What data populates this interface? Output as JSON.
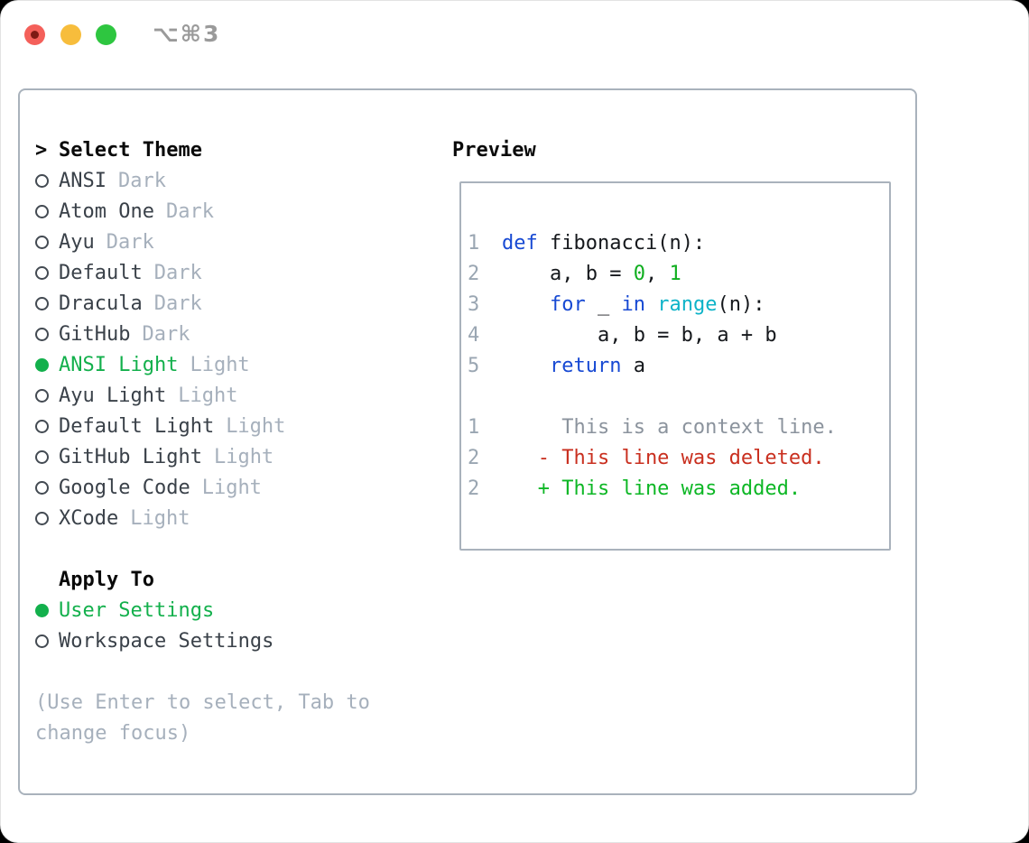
{
  "window": {
    "shortcut": "⌥⌘3"
  },
  "colors": {
    "accent_green": "#13b04c",
    "keyword_blue": "#1749d3",
    "builtin_cyan": "#0db3c8",
    "number_green": "#0fae1f",
    "deleted_red": "#c92f1f",
    "added_green": "#0db725",
    "muted_gray": "#a6b0bc",
    "border_gray": "#a9b2bc"
  },
  "theme_picker": {
    "header": "Select Theme",
    "items": [
      {
        "name": "ANSI",
        "variant": "Dark",
        "selected": false
      },
      {
        "name": "Atom One",
        "variant": "Dark",
        "selected": false
      },
      {
        "name": "Ayu",
        "variant": "Dark",
        "selected": false
      },
      {
        "name": "Default",
        "variant": "Dark",
        "selected": false
      },
      {
        "name": "Dracula",
        "variant": "Dark",
        "selected": false
      },
      {
        "name": "GitHub",
        "variant": "Dark",
        "selected": false
      },
      {
        "name": "ANSI Light",
        "variant": "Light",
        "selected": true
      },
      {
        "name": "Ayu Light",
        "variant": "Light",
        "selected": false
      },
      {
        "name": "Default Light",
        "variant": "Light",
        "selected": false
      },
      {
        "name": "GitHub Light",
        "variant": "Light",
        "selected": false
      },
      {
        "name": "Google Code",
        "variant": "Light",
        "selected": false
      },
      {
        "name": "XCode",
        "variant": "Light",
        "selected": false
      }
    ]
  },
  "apply_to": {
    "header": "Apply To",
    "options": [
      {
        "label": "User Settings",
        "selected": true
      },
      {
        "label": "Workspace Settings",
        "selected": false
      }
    ]
  },
  "hint": "(Use Enter to select, Tab to change focus)",
  "preview": {
    "header": "Preview",
    "code_lines": [
      {
        "num": "1",
        "tokens": [
          {
            "t": "def",
            "c": "kw"
          },
          {
            "t": " fibonacci(n):",
            "c": "plain"
          }
        ]
      },
      {
        "num": "2",
        "tokens": [
          {
            "t": "    a, b = ",
            "c": "plain"
          },
          {
            "t": "0",
            "c": "num"
          },
          {
            "t": ", ",
            "c": "plain"
          },
          {
            "t": "1",
            "c": "num"
          }
        ]
      },
      {
        "num": "3",
        "tokens": [
          {
            "t": "    ",
            "c": "plain"
          },
          {
            "t": "for",
            "c": "kw"
          },
          {
            "t": " _ ",
            "c": "plain"
          },
          {
            "t": "in",
            "c": "kw"
          },
          {
            "t": " ",
            "c": "plain"
          },
          {
            "t": "range",
            "c": "builtin"
          },
          {
            "t": "(n):",
            "c": "plain"
          }
        ]
      },
      {
        "num": "4",
        "tokens": [
          {
            "t": "        a, b = b, a + b",
            "c": "plain"
          }
        ]
      },
      {
        "num": "5",
        "tokens": [
          {
            "t": "    ",
            "c": "plain"
          },
          {
            "t": "return",
            "c": "kw"
          },
          {
            "t": " a",
            "c": "plain"
          }
        ]
      }
    ],
    "diff_lines": [
      {
        "num": "1",
        "tokens": [
          {
            "t": "     This is a context line.",
            "c": "ctx"
          }
        ]
      },
      {
        "num": "2",
        "tokens": [
          {
            "t": "   - This line was deleted.",
            "c": "del"
          }
        ]
      },
      {
        "num": "2",
        "tokens": [
          {
            "t": "   + This line was added.",
            "c": "add"
          }
        ]
      }
    ]
  }
}
